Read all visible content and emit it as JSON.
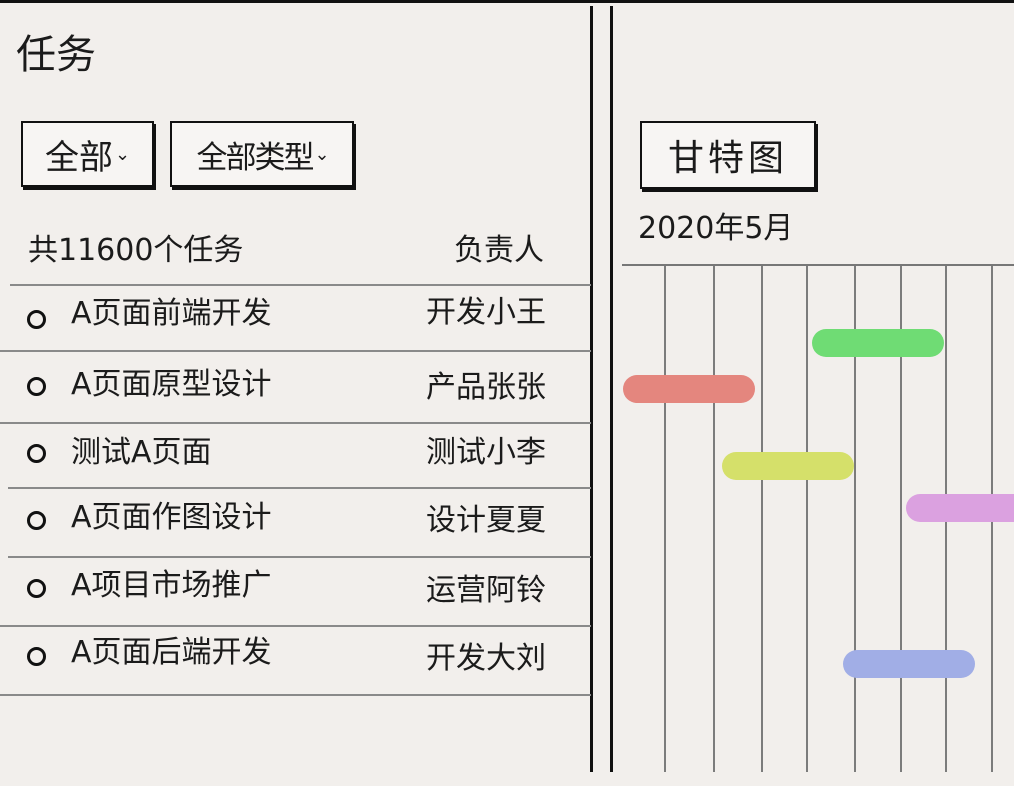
{
  "page": {
    "title": "任务"
  },
  "filters": {
    "status": {
      "selected": "全部",
      "chevron": "⌄"
    },
    "type": {
      "selected": "全部类型",
      "chevron": "⌄"
    }
  },
  "task_list": {
    "count_label": "共11600个任务",
    "owner_header": "负责人",
    "items": [
      {
        "name": "A页面前端开发",
        "owner": "开发小王"
      },
      {
        "name": "A页面原型设计",
        "owner": "产品张张"
      },
      {
        "name": "测试A页面",
        "owner": "测试小李"
      },
      {
        "name": "A页面作图设计",
        "owner": "设计夏夏"
      },
      {
        "name": "A项目市场推广",
        "owner": "运营阿铃"
      },
      {
        "name": "A页面后端开发",
        "owner": "开发大刘"
      }
    ]
  },
  "gantt": {
    "button_label": "甘特图",
    "month_label": "2020年5月",
    "bar_colors": [
      "#6fdc74",
      "#e4867e",
      "#d5e06a",
      "#dba1e0",
      "#a1aee6"
    ]
  }
}
